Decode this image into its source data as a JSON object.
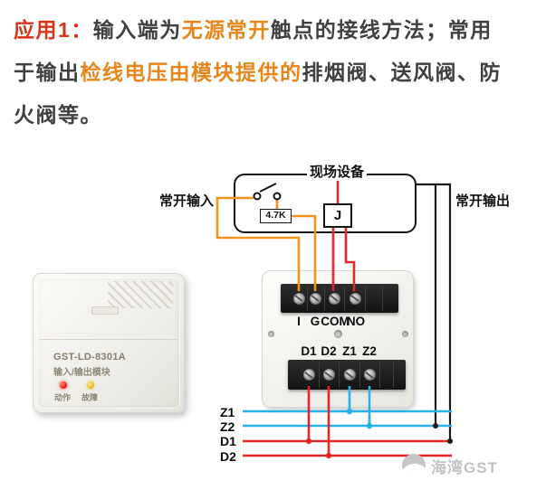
{
  "intro": {
    "lines": [
      {
        "seg": [
          {
            "t": "应用1："
          },
          {
            "t": "输入端为"
          },
          {
            "t": "无源常开"
          },
          {
            "t": "触点的接线方法；常用"
          }
        ]
      },
      {
        "seg": [
          {
            "t": "于输出"
          },
          {
            "t": "检线电压由模块提供的"
          },
          {
            "t": "排烟阀、送风阀、防"
          }
        ]
      },
      {
        "seg": [
          {
            "t": "火阀等。"
          }
        ]
      }
    ]
  },
  "diagram": {
    "field_device": "现场设备",
    "input_label": "常开输入",
    "output_label": "常开输出",
    "resistor": "4.7K",
    "relay": "J",
    "top_terminals": [
      "I",
      "G",
      "COM",
      "NO"
    ],
    "bottom_terminals": [
      "D1",
      "D2",
      "Z1",
      "Z2"
    ],
    "bus": [
      "Z1",
      "Z2",
      "D1",
      "D2"
    ]
  },
  "module": {
    "model": "GST-LD-8301A",
    "name": "输入/输出模块",
    "led1": "动作",
    "led2": "故障"
  },
  "watermark": "海湾GST",
  "colors": {
    "title_red": "#d9331a",
    "highlight_orange": "#e8861c",
    "body_dark": "#404040",
    "wire_orange": "#f5921e",
    "wire_red": "#e8262a",
    "wire_cyan": "#29b2e8",
    "wire_black": "#1a1a1a"
  }
}
